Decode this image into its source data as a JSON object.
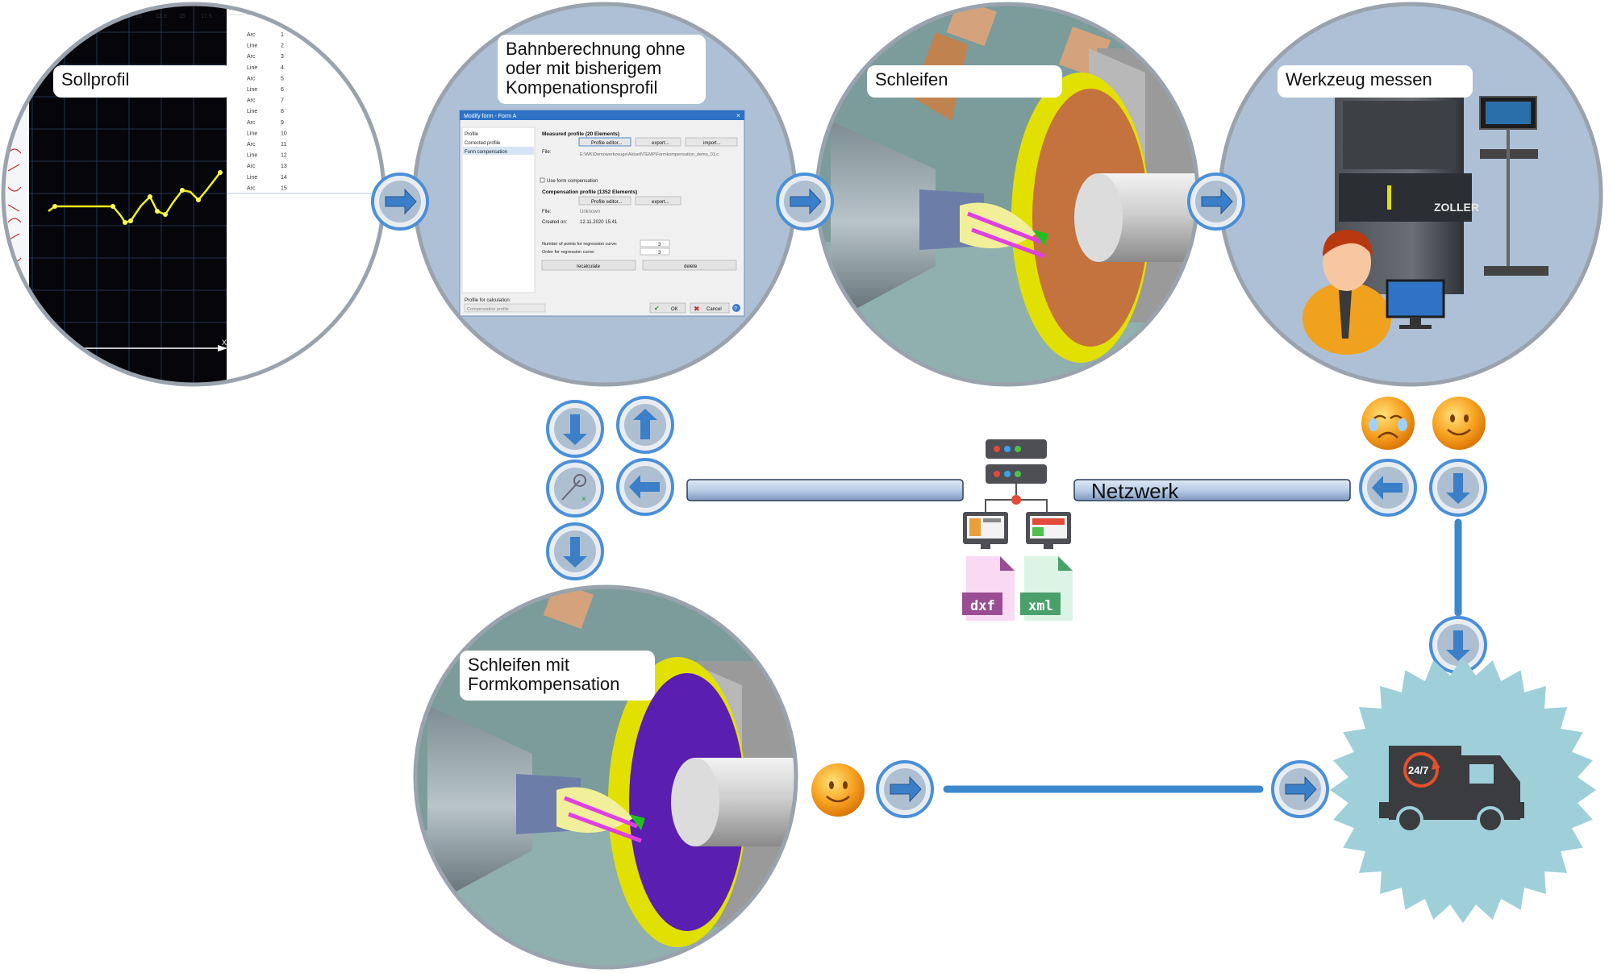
{
  "steps": {
    "sollprofil": {
      "label": "Sollprofil"
    },
    "bahnberechnung": {
      "label_lines": [
        "Bahnberechnung ohne",
        "oder mit bisherigem",
        "Kompenationsprofil"
      ]
    },
    "schleifen": {
      "label": "Schleifen"
    },
    "werkzeug_messen": {
      "label": "Werkzeug messen"
    },
    "schleifen_formkompensation": {
      "label_lines": [
        "Schleifen mit",
        "Formkompensation"
      ]
    }
  },
  "network": {
    "label": "Netzwerk",
    "file_types": [
      "dxf",
      "xml"
    ]
  },
  "profile_list": {
    "header_ticks": [
      "10",
      "12.5",
      "15",
      "17.5"
    ],
    "rows": [
      {
        "type": "Arc",
        "n": "1"
      },
      {
        "type": "Line",
        "n": "2"
      },
      {
        "type": "Arc",
        "n": "3"
      },
      {
        "type": "Line",
        "n": "4"
      },
      {
        "type": "Arc",
        "n": "5"
      },
      {
        "type": "Line",
        "n": "6"
      },
      {
        "type": "Arc",
        "n": "7"
      },
      {
        "type": "Line",
        "n": "8"
      },
      {
        "type": "Arc",
        "n": "9"
      },
      {
        "type": "Line",
        "n": "10"
      },
      {
        "type": "Arc",
        "n": "11"
      },
      {
        "type": "Line",
        "n": "12"
      },
      {
        "type": "Arc",
        "n": "13"
      },
      {
        "type": "Line",
        "n": "14"
      },
      {
        "type": "Arc",
        "n": "15"
      }
    ],
    "axis_label": "X"
  },
  "dialog": {
    "title": "Modify form - Form A",
    "nav": [
      "Profile",
      "Corrected profile",
      "Form compensation"
    ],
    "measured_heading": "Measured profile   (20 Elements)",
    "profile_editor": "Profile editor...",
    "export": "export...",
    "import": "import...",
    "file_label": "File:",
    "file_path": "E:\\WK\\Demowerkzeuge\\Aktuell\\TEMP\\Formkompensation_demo_01.c",
    "use_comp": "Use form compensation",
    "comp_heading": "Compensation profile   (1352 Elements)",
    "comp_file_value": "Unknown",
    "created_label": "Created on:",
    "created_value": "12.11.2020  15:41",
    "points_label": "Number of points for regression curve:",
    "points_value": "3",
    "order_label": "Order for regression curve:",
    "order_value": "3",
    "recalculate": "recalculate",
    "delete": "delete",
    "calc_label": "Profile for calculation:",
    "calc_value": "Compensation profile",
    "ok": "OK",
    "cancel": "Cancel"
  },
  "colors": {
    "circle_fill": "#aec0d5",
    "arrow_blue": "#3a7fc8",
    "arrow_ring": "#4a90d9",
    "connector": "#3b88cc",
    "gear_fill": "#9fd0d9",
    "grinding_wheel_1": "#c4733f",
    "grinding_wheel_2": "#5a1fb0",
    "dxf_color": "#9a4d93",
    "xml_color": "#49a06b"
  },
  "icons": [
    "arrow-right-icon",
    "arrow-down-icon",
    "arrow-up-icon",
    "arrow-left-icon",
    "measure-tool-icon",
    "server-icon",
    "network-computer-icon",
    "file-dxf-icon",
    "file-xml-icon",
    "smiley-happy-icon",
    "smiley-sad-icon",
    "delivery-truck-icon",
    "user-avatar-icon",
    "measuring-machine-icon"
  ],
  "truck_badge": "24/7",
  "machine_brand": "ZOLLER"
}
